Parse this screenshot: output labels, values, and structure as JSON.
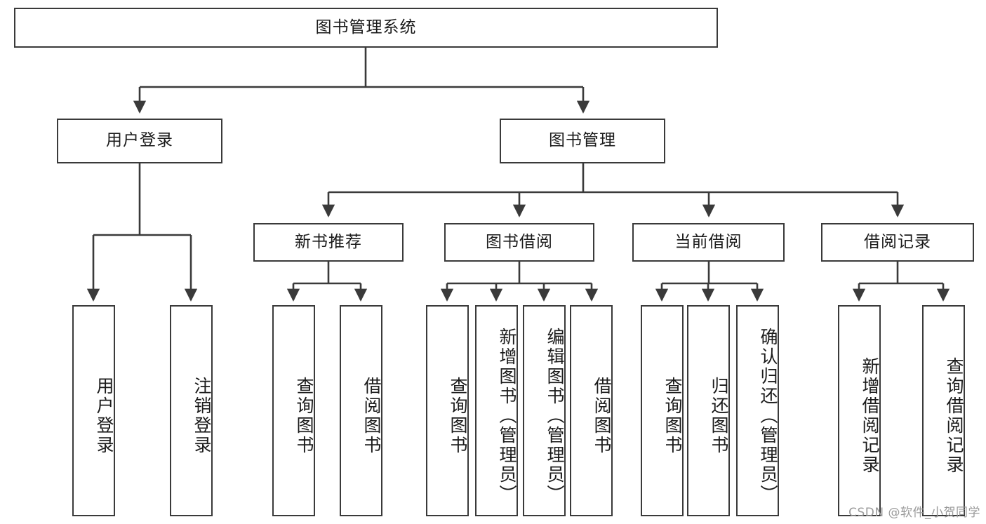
{
  "diagram": {
    "title": "图书管理系统",
    "type": "tree-hierarchy",
    "root": {
      "id": "root",
      "label": "图书管理系统"
    },
    "level1": [
      {
        "id": "user-login",
        "label": "用户登录"
      },
      {
        "id": "book-manage",
        "label": "图书管理"
      }
    ],
    "level2": [
      {
        "id": "new-book-recommend",
        "label": "新书推荐",
        "parent": "book-manage"
      },
      {
        "id": "book-borrow",
        "label": "图书借阅",
        "parent": "book-manage"
      },
      {
        "id": "current-borrow",
        "label": "当前借阅",
        "parent": "book-manage"
      },
      {
        "id": "borrow-record",
        "label": "借阅记录",
        "parent": "book-manage"
      }
    ],
    "leaves": [
      {
        "id": "leaf-user-login",
        "label": "用户登录",
        "parent": "user-login"
      },
      {
        "id": "leaf-logout",
        "label": "注销登录",
        "parent": "user-login"
      },
      {
        "id": "leaf-query-book-1",
        "label": "查询图书",
        "parent": "new-book-recommend"
      },
      {
        "id": "leaf-borrow-book-1",
        "label": "借阅图书",
        "parent": "new-book-recommend"
      },
      {
        "id": "leaf-query-book-2",
        "label": "查询图书",
        "parent": "book-borrow"
      },
      {
        "id": "leaf-add-book",
        "label": "新增图书（管理员）",
        "parent": "book-borrow"
      },
      {
        "id": "leaf-edit-book",
        "label": "编辑图书（管理员）",
        "parent": "book-borrow"
      },
      {
        "id": "leaf-borrow-book-2",
        "label": "借阅图书",
        "parent": "book-borrow"
      },
      {
        "id": "leaf-query-book-3",
        "label": "查询图书",
        "parent": "current-borrow"
      },
      {
        "id": "leaf-return-book",
        "label": "归还图书",
        "parent": "current-borrow"
      },
      {
        "id": "leaf-confirm-return",
        "label": "确认归还（管理员）",
        "parent": "current-borrow"
      },
      {
        "id": "leaf-add-record",
        "label": "新增借阅记录",
        "parent": "borrow-record"
      },
      {
        "id": "leaf-query-record",
        "label": "查询借阅记录",
        "parent": "borrow-record"
      }
    ]
  },
  "watermark": {
    "text": "CSDN @软件_小贺同学"
  },
  "colors": {
    "stroke": "#3a3a3a",
    "box_fill": "#ffffff",
    "text": "#1b1b1b",
    "watermark": "#9a9a9a",
    "background": "#ffffff"
  }
}
